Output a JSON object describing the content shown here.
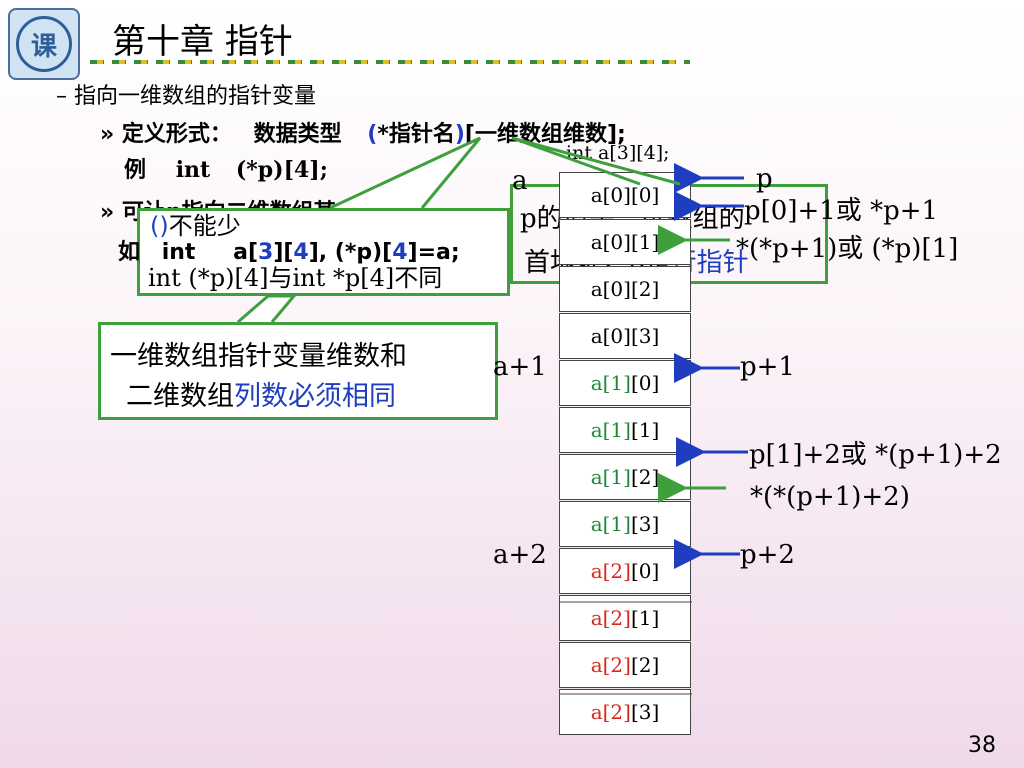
{
  "slide": {
    "title": "第十章 指针",
    "page_number": "38"
  },
  "bullets": {
    "l1_prefix": "–",
    "l1": "指向一维数组的指针变量",
    "def_marker": "»",
    "def_label": "定义形式：",
    "def_type": "数据类型",
    "def_open": "(",
    "def_star": "*",
    "def_ptr_name": "指针名",
    "def_close": ")",
    "def_dim": "[一维数组维数];",
    "ex_label": "例",
    "ex_int": "int",
    "ex_decl": "(*p)[4];",
    "can_marker": "»",
    "can_text": "可让p指向二维数组某一行",
    "ru_label": "如",
    "ru_int": "int",
    "ru_a": "a[",
    "ru_3": "3",
    "ru_a2": "][",
    "ru_4": "4",
    "ru_a3": "], (*p)[",
    "ru_4b": "4",
    "ru_end": "]=a;"
  },
  "callouts": {
    "left_line1_a": "(",
    "left_line1_b": ")",
    "left_line1_c": "不能少",
    "left_line2": "int (*p)[4]与int *p[4]不同",
    "mid_line1": "p的值是一维数组的",
    "mid_line2_a": "首地址，p是",
    "mid_line2_b": "行指针",
    "bottom_line1": "一维数组指针变量维数和",
    "bottom_line2_a": "二维数组",
    "bottom_line2_b": "列数必须相同"
  },
  "array_decl": "int  a[3][4];",
  "cells": [
    {
      "prefix": "a[0]",
      "suffix": "[0]",
      "color": "#000000"
    },
    {
      "prefix": "a[0]",
      "suffix": "[1]",
      "color": "#000000"
    },
    {
      "prefix": "a[0]",
      "suffix": "[2]",
      "color": "#000000"
    },
    {
      "prefix": "a[0]",
      "suffix": "[3]",
      "color": "#000000"
    },
    {
      "prefix": "a[1]",
      "suffix": "[0]",
      "color": "#1e8a3a"
    },
    {
      "prefix": "a[1]",
      "suffix": "[1]",
      "color": "#1e8a3a"
    },
    {
      "prefix": "a[1]",
      "suffix": "[2]",
      "color": "#1e8a3a"
    },
    {
      "prefix": "a[1]",
      "suffix": "[3]",
      "color": "#1e8a3a"
    },
    {
      "prefix": "a[2]",
      "suffix": "[0]",
      "color": "#d8291c"
    },
    {
      "prefix": "a[2]",
      "suffix": "[1]",
      "color": "#d8291c"
    },
    {
      "prefix": "a[2]",
      "suffix": "[2]",
      "color": "#d8291c"
    },
    {
      "prefix": "a[2]",
      "suffix": "[3]",
      "color": "#d8291c"
    }
  ],
  "left_labels": {
    "a": "a",
    "a1": "a+1",
    "a2": "a+2"
  },
  "right_labels": {
    "p": "p",
    "p0": "p[0]+1或 *p+1",
    "pp1": "*(*p+1)或 (*p)[1]",
    "p1": "p+1",
    "p12": "p[1]+2或 *(p+1)+2",
    "pp12": "*(*(p+1)+2)",
    "p2": "p+2"
  },
  "colors": {
    "callout_border": "#3da03d",
    "arrow_blue": "#1f3ebf",
    "arrow_green": "#3da03d",
    "accent_red": "#d8291c",
    "accent_blue": "#1f3ebf"
  }
}
